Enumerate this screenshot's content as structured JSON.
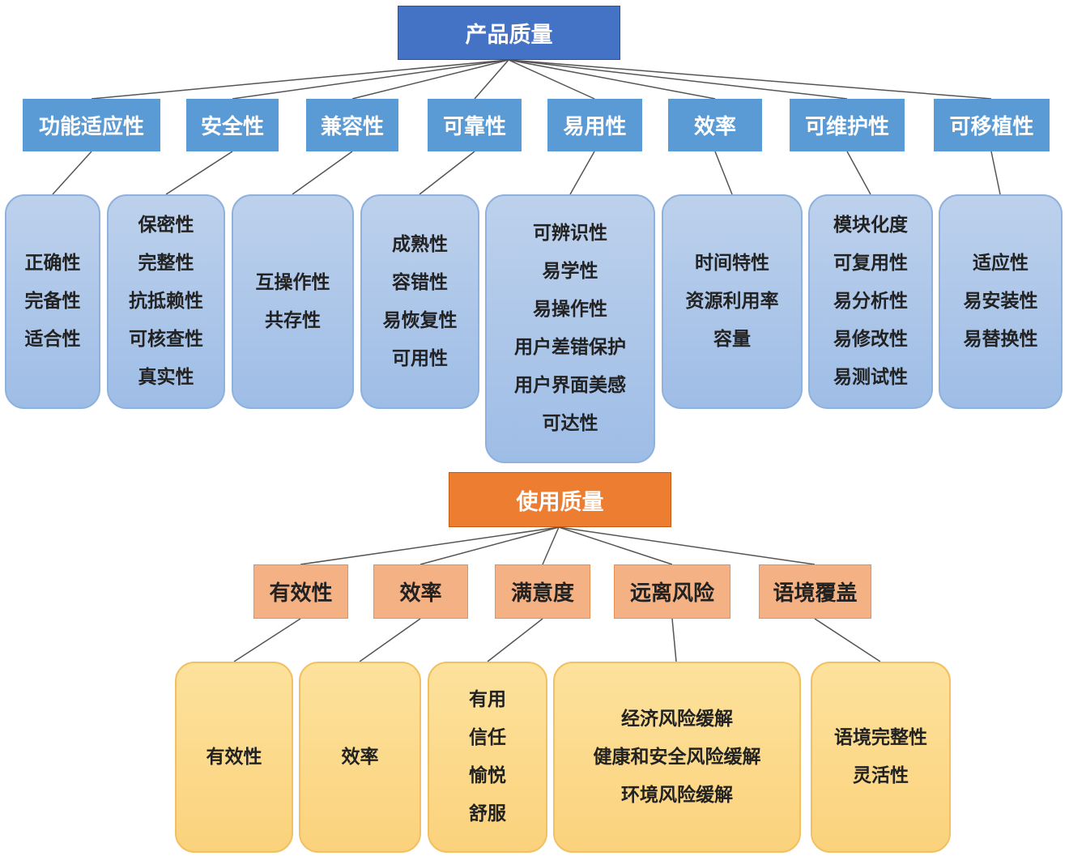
{
  "product_quality": {
    "title": "产品质量",
    "characteristics": [
      {
        "label": "功能适应性",
        "subs": [
          "正确性",
          "完备性",
          "适合性"
        ]
      },
      {
        "label": "安全性",
        "subs": [
          "保密性",
          "完整性",
          "抗抵赖性",
          "可核查性",
          "真实性"
        ]
      },
      {
        "label": "兼容性",
        "subs": [
          "互操作性",
          "共存性"
        ]
      },
      {
        "label": "可靠性",
        "subs": [
          "成熟性",
          "容错性",
          "易恢复性",
          "可用性"
        ]
      },
      {
        "label": "易用性",
        "subs": [
          "可辨识性",
          "易学性",
          "易操作性",
          "用户差错保护",
          "用户界面美感",
          "可达性"
        ]
      },
      {
        "label": "效率",
        "subs": [
          "时间特性",
          "资源利用率",
          "容量"
        ]
      },
      {
        "label": "可维护性",
        "subs": [
          "模块化度",
          "可复用性",
          "易分析性",
          "易修改性",
          "易测试性"
        ]
      },
      {
        "label": "可移植性",
        "subs": [
          "适应性",
          "易安装性",
          "易替换性"
        ]
      }
    ]
  },
  "quality_in_use": {
    "title": "使用质量",
    "characteristics": [
      {
        "label": "有效性",
        "subs": [
          "有效性"
        ]
      },
      {
        "label": "效率",
        "subs": [
          "效率"
        ]
      },
      {
        "label": "满意度",
        "subs": [
          "有用",
          "信任",
          "愉悦",
          "舒服"
        ]
      },
      {
        "label": "远离风险",
        "subs": [
          "经济风险缓解",
          "健康和安全风险缓解",
          "环境风险缓解"
        ]
      },
      {
        "label": "语境覆盖",
        "subs": [
          "语境完整性",
          "灵活性"
        ]
      }
    ]
  }
}
